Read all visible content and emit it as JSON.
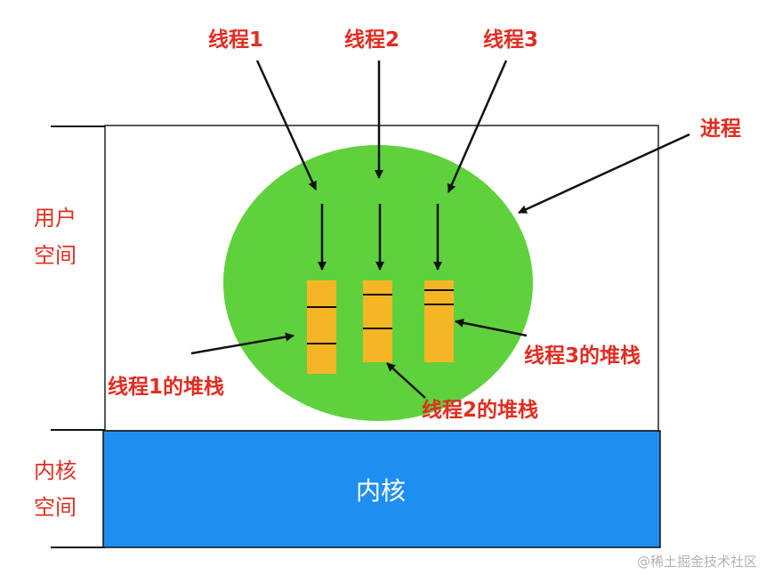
{
  "threads": [
    {
      "label": "线程1",
      "stack_label": "线程1的堆栈"
    },
    {
      "label": "线程2",
      "stack_label": "线程2的堆栈"
    },
    {
      "label": "线程3",
      "stack_label": "线程3的堆栈"
    }
  ],
  "process_label": "进程",
  "user_space": {
    "line1": "用户",
    "line2": "空间"
  },
  "kernel_space": {
    "line1": "内核",
    "line2": "空间"
  },
  "kernel_label": "内核",
  "watermark": "@稀土掘金技术社区",
  "colors": {
    "label_red": "#e12d22",
    "process_green": "#5fd13d",
    "stack_yellow": "#f5b626",
    "kernel_blue": "#1e8ff0"
  }
}
